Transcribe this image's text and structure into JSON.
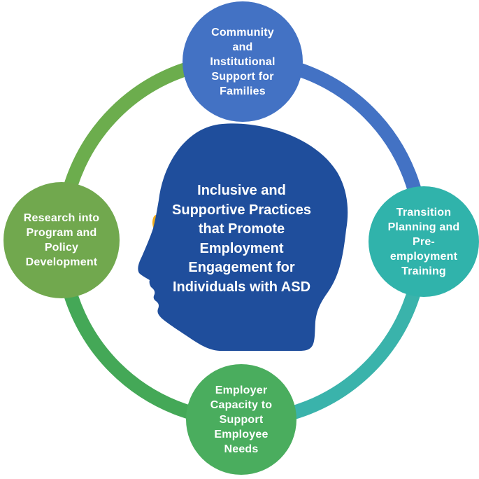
{
  "diagram": {
    "background": "#FFFFFF",
    "central_statement": "Inclusive and\nSupportive Practices\nthat Promote\nEmployment\nEngagement for\nIndividuals with ASD",
    "head": {
      "color": "#1F4E9C",
      "accent_color": "#F0AD1E"
    }
  },
  "nodes": [
    {
      "id": "top",
      "label": "Community\nand\nInstitutional\nSupport  for\nFamilies",
      "color": "#4372C4"
    },
    {
      "id": "right",
      "label": "Transition\nPlanning and\nPre-\nemployment\nTraining",
      "color": "#30B3AB"
    },
    {
      "id": "bottom",
      "label": "Employer\nCapacity to\nSupport\nEmployee\nNeeds",
      "color": "#4AAD5E"
    },
    {
      "id": "left",
      "label": "Research into\nProgram  and\nPolicy\nDevelopment",
      "color": "#71A84E"
    }
  ],
  "ring": {
    "arcs": [
      {
        "segment": "left-to-top",
        "color": "#6CAD4D"
      },
      {
        "segment": "top-to-right",
        "color": "#4372C4"
      },
      {
        "segment": "right-to-bottom",
        "color": "#3AB3AB"
      },
      {
        "segment": "bottom-to-left",
        "color": "#44A857"
      }
    ]
  }
}
